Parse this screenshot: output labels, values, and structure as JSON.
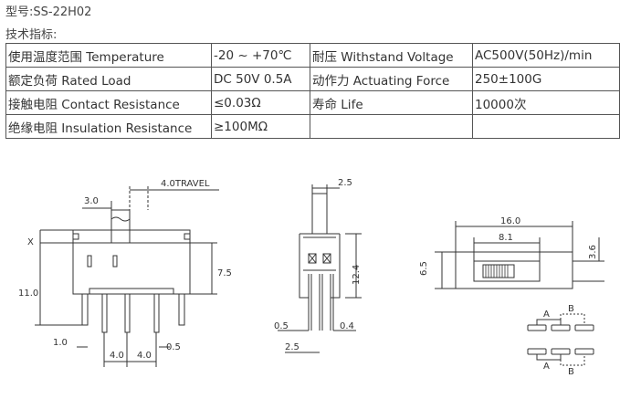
{
  "model": "型号:SS-22H02",
  "spec_heading": "技术指标:",
  "specs": [
    [
      "使用温度范围 Temperature",
      "-20 ~ +70℃",
      "耐压 Withstand Voltage",
      "AC500V(50Hz)/min"
    ],
    [
      "额定负荷 Rated Load",
      "DC 50V 0.5A",
      "动作力 Actuating Force",
      "250±100G"
    ],
    [
      "接触电阻 Contact Resistance",
      "≤0.03Ω",
      "寿命 Life",
      "10000次"
    ],
    [
      "绝缘电阻 Insulation Resistance",
      "≥100MΩ",
      "",
      ""
    ]
  ],
  "drawing": {
    "front": {
      "travel": "4.0TRAVEL",
      "d3": "3.0",
      "x": "X",
      "h11": "11.0",
      "h75": "7.5",
      "d10": "1.0",
      "d05": "0.5",
      "p40a": "4.0",
      "p40b": "4.0"
    },
    "side": {
      "d25top": "2.5",
      "h124": "12.4",
      "d05": "0.5",
      "d04": "0.4",
      "d25bot": "2.5"
    },
    "top": {
      "w16": "16.0",
      "w81": "8.1",
      "h65": "6.5",
      "h36": "3.6",
      "a1": "A",
      "b1": "B",
      "a2": "A",
      "b2": "B"
    }
  }
}
